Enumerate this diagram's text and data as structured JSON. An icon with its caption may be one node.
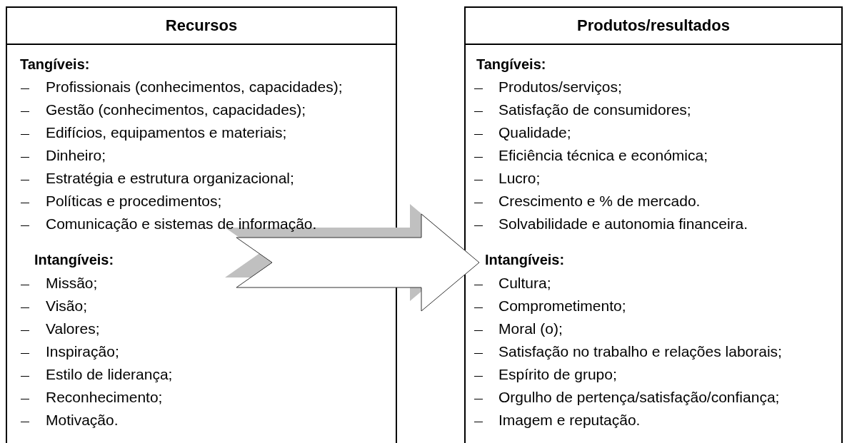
{
  "diagram": {
    "nodes": [
      {
        "text": [
          "Recursos",
          "Tangíveis:",
          "Profissionais (conhecimentos, capacidades);",
          "Gestão (conhecimentos, capacidades);",
          "Edifícios, equipamentos e materiais;",
          "Dinheiro;",
          "Estratégia e estrutura organizacional;",
          "Políticas e procedimentos;",
          "Comunicação e sistemas de informação.",
          "Intangíveis:",
          "Missão;",
          "Visão;",
          "Valores;",
          "Inspiração;",
          "Estilo de liderança;",
          "Reconhecimento;",
          "Motivação."
        ]
      },
      {
        "text": [
          "Produtos/resultados",
          "Tangíveis:",
          "Produtos/serviços;",
          "Satisfação de consumidores;",
          "Qualidade;",
          "Eficiência técnica e económica;",
          "Lucro;",
          "Crescimento e % de mercado.",
          "Solvabilidade e autonomia financeira.",
          "Intangíveis:",
          "Cultura;",
          "Comprometimento;",
          "Moral (o);",
          "Satisfação no trabalho e relações laborais;",
          "Espírito de grupo;",
          "Orgulho de pertença/satisfação/confiança;",
          "Imagem e reputação."
        ]
      }
    ],
    "edges": [
      {
        "from": 0,
        "to": 1,
        "arrow": "to"
      }
    ]
  }
}
